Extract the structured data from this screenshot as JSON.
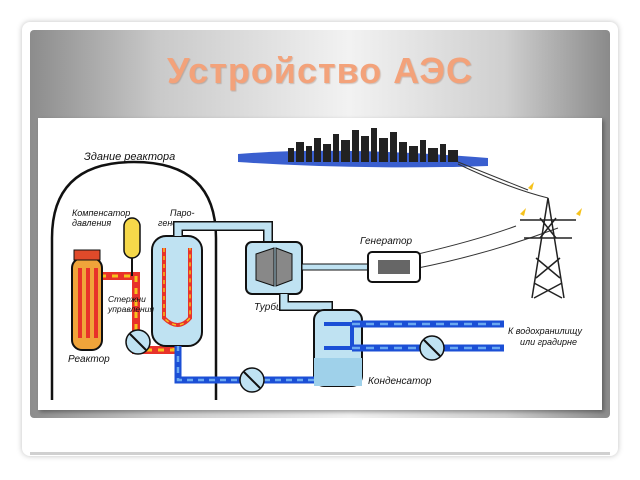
{
  "slide": {
    "title": "Устройство АЭС"
  },
  "diagram": {
    "labels": {
      "building": "Здание реактора",
      "pressurizer_line1": "Компенсатор",
      "pressurizer_line2": "давления",
      "steam_gen_line1": "Паро-",
      "steam_gen_line2": "генератор",
      "control_rods_line1": "Стержни",
      "control_rods_line2": "управления",
      "reactor": "Реактор",
      "turbine": "Турбина",
      "generator": "Генератор",
      "condenser": "Конденсатор",
      "reservoir_line1": "К водохранилищу",
      "reservoir_line2": "или градирне"
    },
    "colors": {
      "hot_loop": "#e8322a",
      "hot_loop_dash": "#f6c21c",
      "steam": "#bfe2f2",
      "cold_water": "#1b4fd6",
      "cold_dash": "#6aa8f0",
      "outline": "#111111"
    }
  }
}
